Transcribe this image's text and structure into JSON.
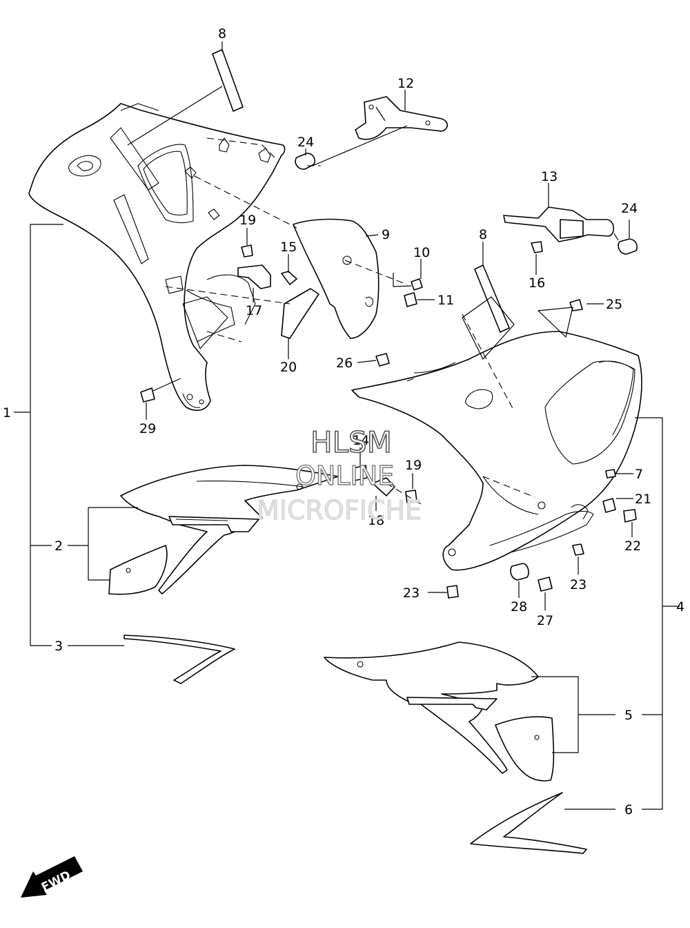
{
  "callouts": [
    {
      "id": "1",
      "label": "1"
    },
    {
      "id": "2",
      "label": "2"
    },
    {
      "id": "3",
      "label": "3"
    },
    {
      "id": "4",
      "label": "4"
    },
    {
      "id": "5",
      "label": "5"
    },
    {
      "id": "6",
      "label": "6"
    },
    {
      "id": "7",
      "label": "7"
    },
    {
      "id": "8a",
      "label": "8"
    },
    {
      "id": "8b",
      "label": "8"
    },
    {
      "id": "9",
      "label": "9"
    },
    {
      "id": "10",
      "label": "10"
    },
    {
      "id": "11",
      "label": "11"
    },
    {
      "id": "12",
      "label": "12"
    },
    {
      "id": "13",
      "label": "13"
    },
    {
      "id": "14",
      "label": "14"
    },
    {
      "id": "15",
      "label": "15"
    },
    {
      "id": "16",
      "label": "16"
    },
    {
      "id": "17",
      "label": "17"
    },
    {
      "id": "18",
      "label": "18"
    },
    {
      "id": "19a",
      "label": "19"
    },
    {
      "id": "19b",
      "label": "19"
    },
    {
      "id": "20",
      "label": "20"
    },
    {
      "id": "21",
      "label": "21"
    },
    {
      "id": "22",
      "label": "22"
    },
    {
      "id": "23a",
      "label": "23"
    },
    {
      "id": "23b",
      "label": "23"
    },
    {
      "id": "24a",
      "label": "24"
    },
    {
      "id": "24b",
      "label": "24"
    },
    {
      "id": "25",
      "label": "25"
    },
    {
      "id": "26",
      "label": "26"
    },
    {
      "id": "27",
      "label": "27"
    },
    {
      "id": "28",
      "label": "28"
    },
    {
      "id": "29",
      "label": "29"
    }
  ],
  "watermark": {
    "line1": "HLSM",
    "line2": "ONLINE",
    "line3": "MICROFICHE"
  },
  "fwd_badge": {
    "label": "FWD"
  }
}
